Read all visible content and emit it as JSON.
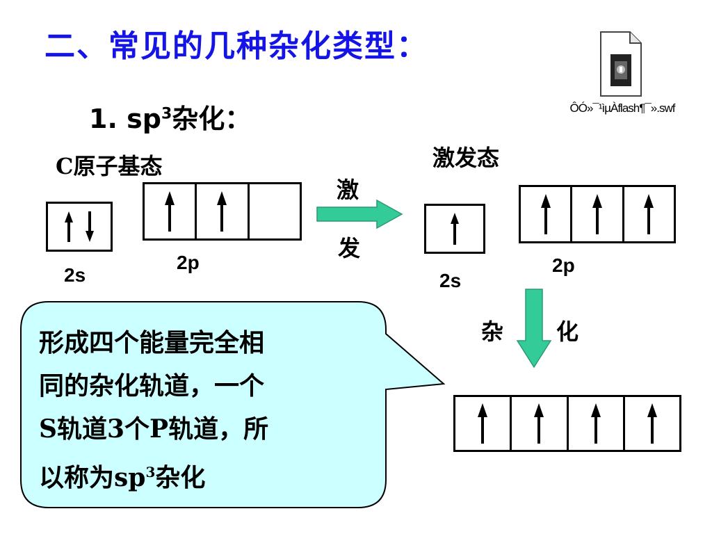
{
  "title": "二、常见的几种杂化类型：",
  "subtitle": {
    "prefix": "1. sp",
    "sup": "3",
    "suffix": "杂化："
  },
  "ground_state": {
    "label": "C原子基态",
    "s_label": "2s",
    "p_label": "2p"
  },
  "excited_state": {
    "label": "激发态",
    "s_label": "2s",
    "p_label": "2p"
  },
  "excite_arrow": {
    "top_char": "激",
    "bottom_char": "发",
    "color": "#33cc99"
  },
  "hybrid_arrow": {
    "left_char": "杂",
    "right_char": "化",
    "color": "#33cc99"
  },
  "callout": {
    "line1": "形成四个能量完全相",
    "line2": "同的杂化轨道，一个",
    "line3": "S轨道3个P轨道，所",
    "line4_prefix": "以称为sp",
    "line4_sup": "3",
    "line4_suffix": "杂化",
    "fill": "#ccffff"
  },
  "file_icon": {
    "name": "file-icon",
    "label": "ÔÓ»¯¹ìµÀflash¶¯»­.swf"
  }
}
